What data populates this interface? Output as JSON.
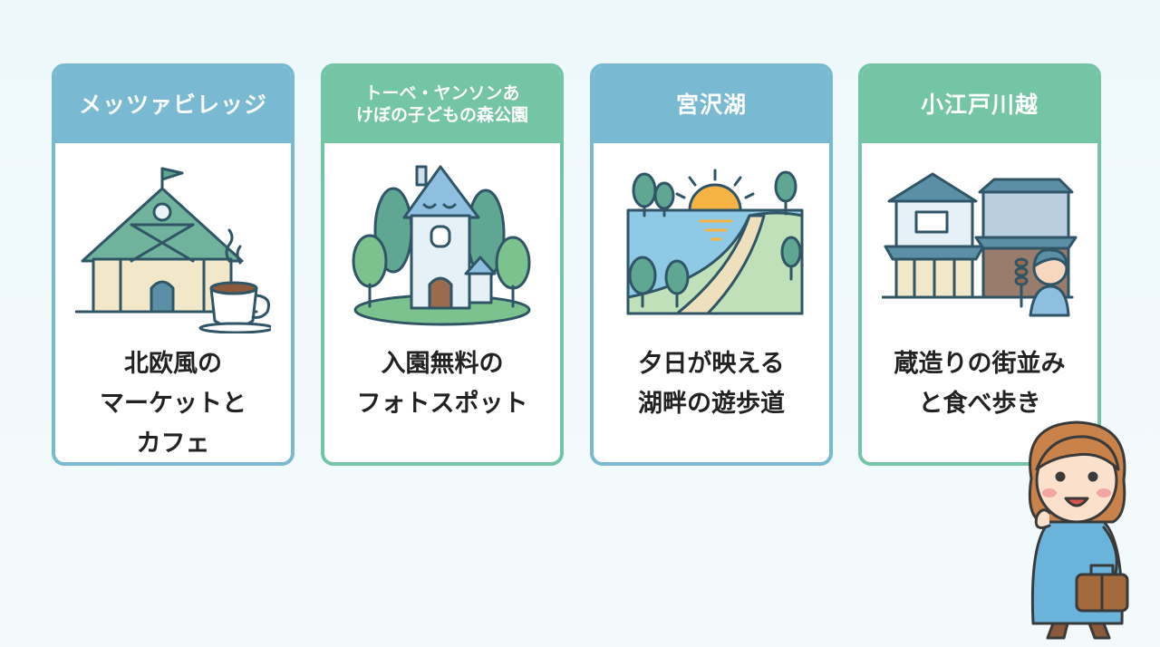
{
  "cards": [
    {
      "title": "メッツァビレッジ",
      "description": "北欧風の\nマーケットと\nカフェ",
      "illustration": "lodge-and-coffee-icon"
    },
    {
      "title": "トーベ・ヤンソンあ\nけぼの子どもの森公園",
      "description": "入園無料の\nフォトスポット",
      "illustration": "fairytale-house-icon"
    },
    {
      "title": "宮沢湖",
      "description": "夕日が映える\n湖畔の遊歩道",
      "illustration": "lake-sunset-icon"
    },
    {
      "title": "小江戸川越",
      "description": "蔵造りの街並み\nと食べ歩き",
      "illustration": "old-town-street-icon"
    }
  ],
  "colors": {
    "blue_header": "#79b9d2",
    "green_header": "#74c4a6",
    "background": "#eef8fb"
  }
}
